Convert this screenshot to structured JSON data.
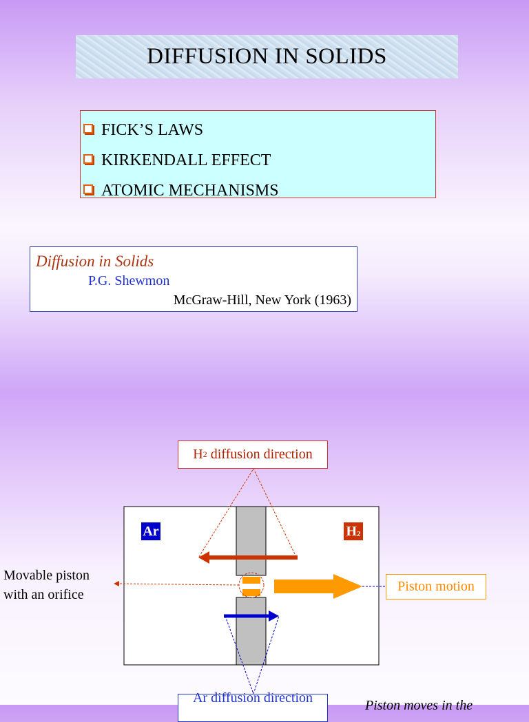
{
  "title": "DIFFUSION IN SOLIDS",
  "topics": [
    "FICK’S LAWS",
    "KIRKENDALL EFFECT",
    "ATOMIC MECHANISMS"
  ],
  "reference": {
    "book": "Diffusion in Solids",
    "author": "P.G. Shewmon",
    "publisher": "McGraw-Hill, New York (1963)"
  },
  "diagram": {
    "h2_label_prefix": "H",
    "h2_label_sub": "2",
    "h2_label_suffix": " diffusion direction",
    "ar_label": "Ar diffusion direction",
    "piston_motion": "Piston motion",
    "movable_line1": "Movable piston",
    "movable_line2": "with an orifice",
    "tag_ar": "Ar",
    "tag_h2_main": "H",
    "tag_h2_sub": "2",
    "bottom_caption": "Piston moves in the",
    "colors": {
      "h2_arrow": "#cc3300",
      "ar_arrow": "#0000cc",
      "piston_arrow": "#ff9900",
      "piston_fill": "#c0c0c0"
    }
  }
}
